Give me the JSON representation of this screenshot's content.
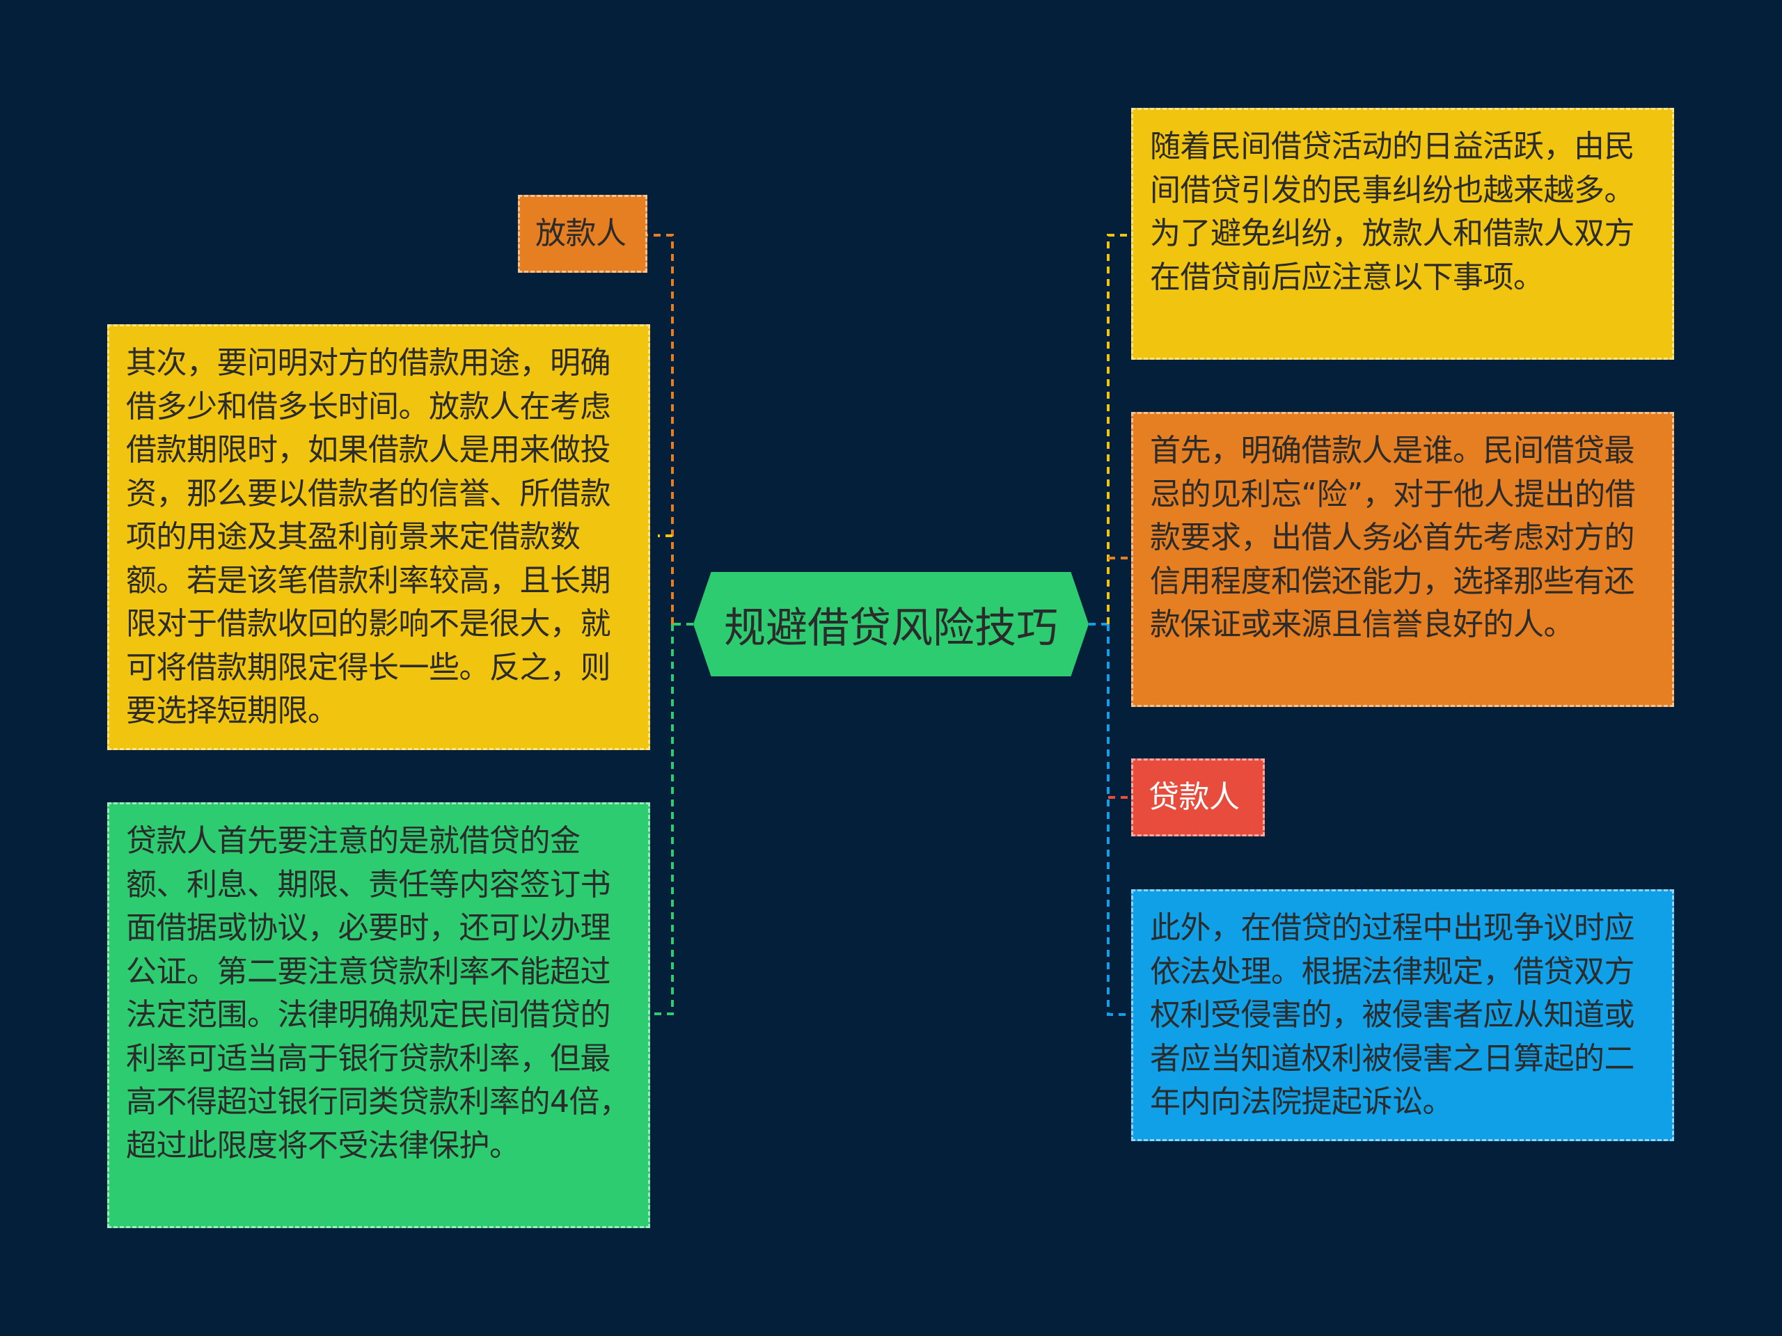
{
  "central_topic": "规避借贷风险技巧",
  "left": {
    "lender_label": "放款人",
    "lender_text": "其次，要问明对方的借款用途，明确借多少和借多长时间。放款人在考虑借款期限时，如果借款人是用来做投资，那么要以借款者的信誉、所借款项的用途及其盈利前景来定借款数额。若是该笔借款利率较高，且长期限对于借款收回的影响不是很大，就可将借款期限定得长一些。反之，则要选择短期限。",
    "borrower_text": "贷款人首先要注意的是就借贷的金额、利息、期限、责任等内容签订书面借据或协议，必要时，还可以办理公证。第二要注意贷款利率不能超过法定范围。法律明确规定民间借贷的利率可适当高于银行贷款利率，但最高不得超过银行同类贷款利率的4倍，超过此限度将不受法律保护。"
  },
  "right": {
    "intro_text": "随着民间借贷活动的日益活跃，由民间借贷引发的民事纠纷也越来越多。为了避免纠纷，放款人和借款人双方在借贷前后应注意以下事项。",
    "first_text": "首先，明确借款人是谁。民间借贷最忌的见利忘“险”，对于他人提出的借款要求，出借人务必首先考虑对方的信用程度和偿还能力，选择那些有还款保证或来源且信誉良好的人。",
    "borrower_label": "贷款人",
    "dispute_text": "此外，在借贷的过程中出现争议时应依法处理。根据法律规定，借贷双方权利受侵害的，被侵害者应从知道或者应当知道权利被侵害之日算起的二年内向法院提起诉讼。"
  },
  "colors": {
    "background": "#031f3a",
    "yellow": "#f1c40f",
    "orange": "#e67e22",
    "green": "#2ecc71",
    "blue": "#0fa0e8",
    "red": "#e74c3c"
  }
}
